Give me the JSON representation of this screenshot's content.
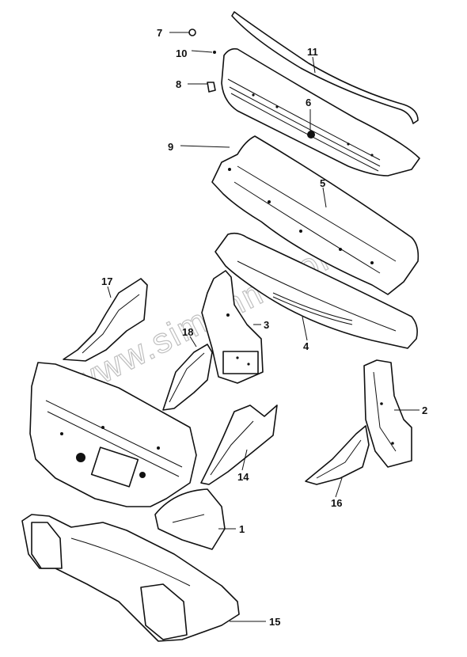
{
  "watermark": "www.simonmotor.cz",
  "colors": {
    "line": "#111111",
    "watermark": "#bfbfbf",
    "background": "#ffffff"
  },
  "callouts": [
    "1",
    "2",
    "3",
    "4",
    "5",
    "6",
    "7",
    "8",
    "9",
    "10",
    "11",
    "14",
    "15",
    "16",
    "17",
    "18"
  ]
}
